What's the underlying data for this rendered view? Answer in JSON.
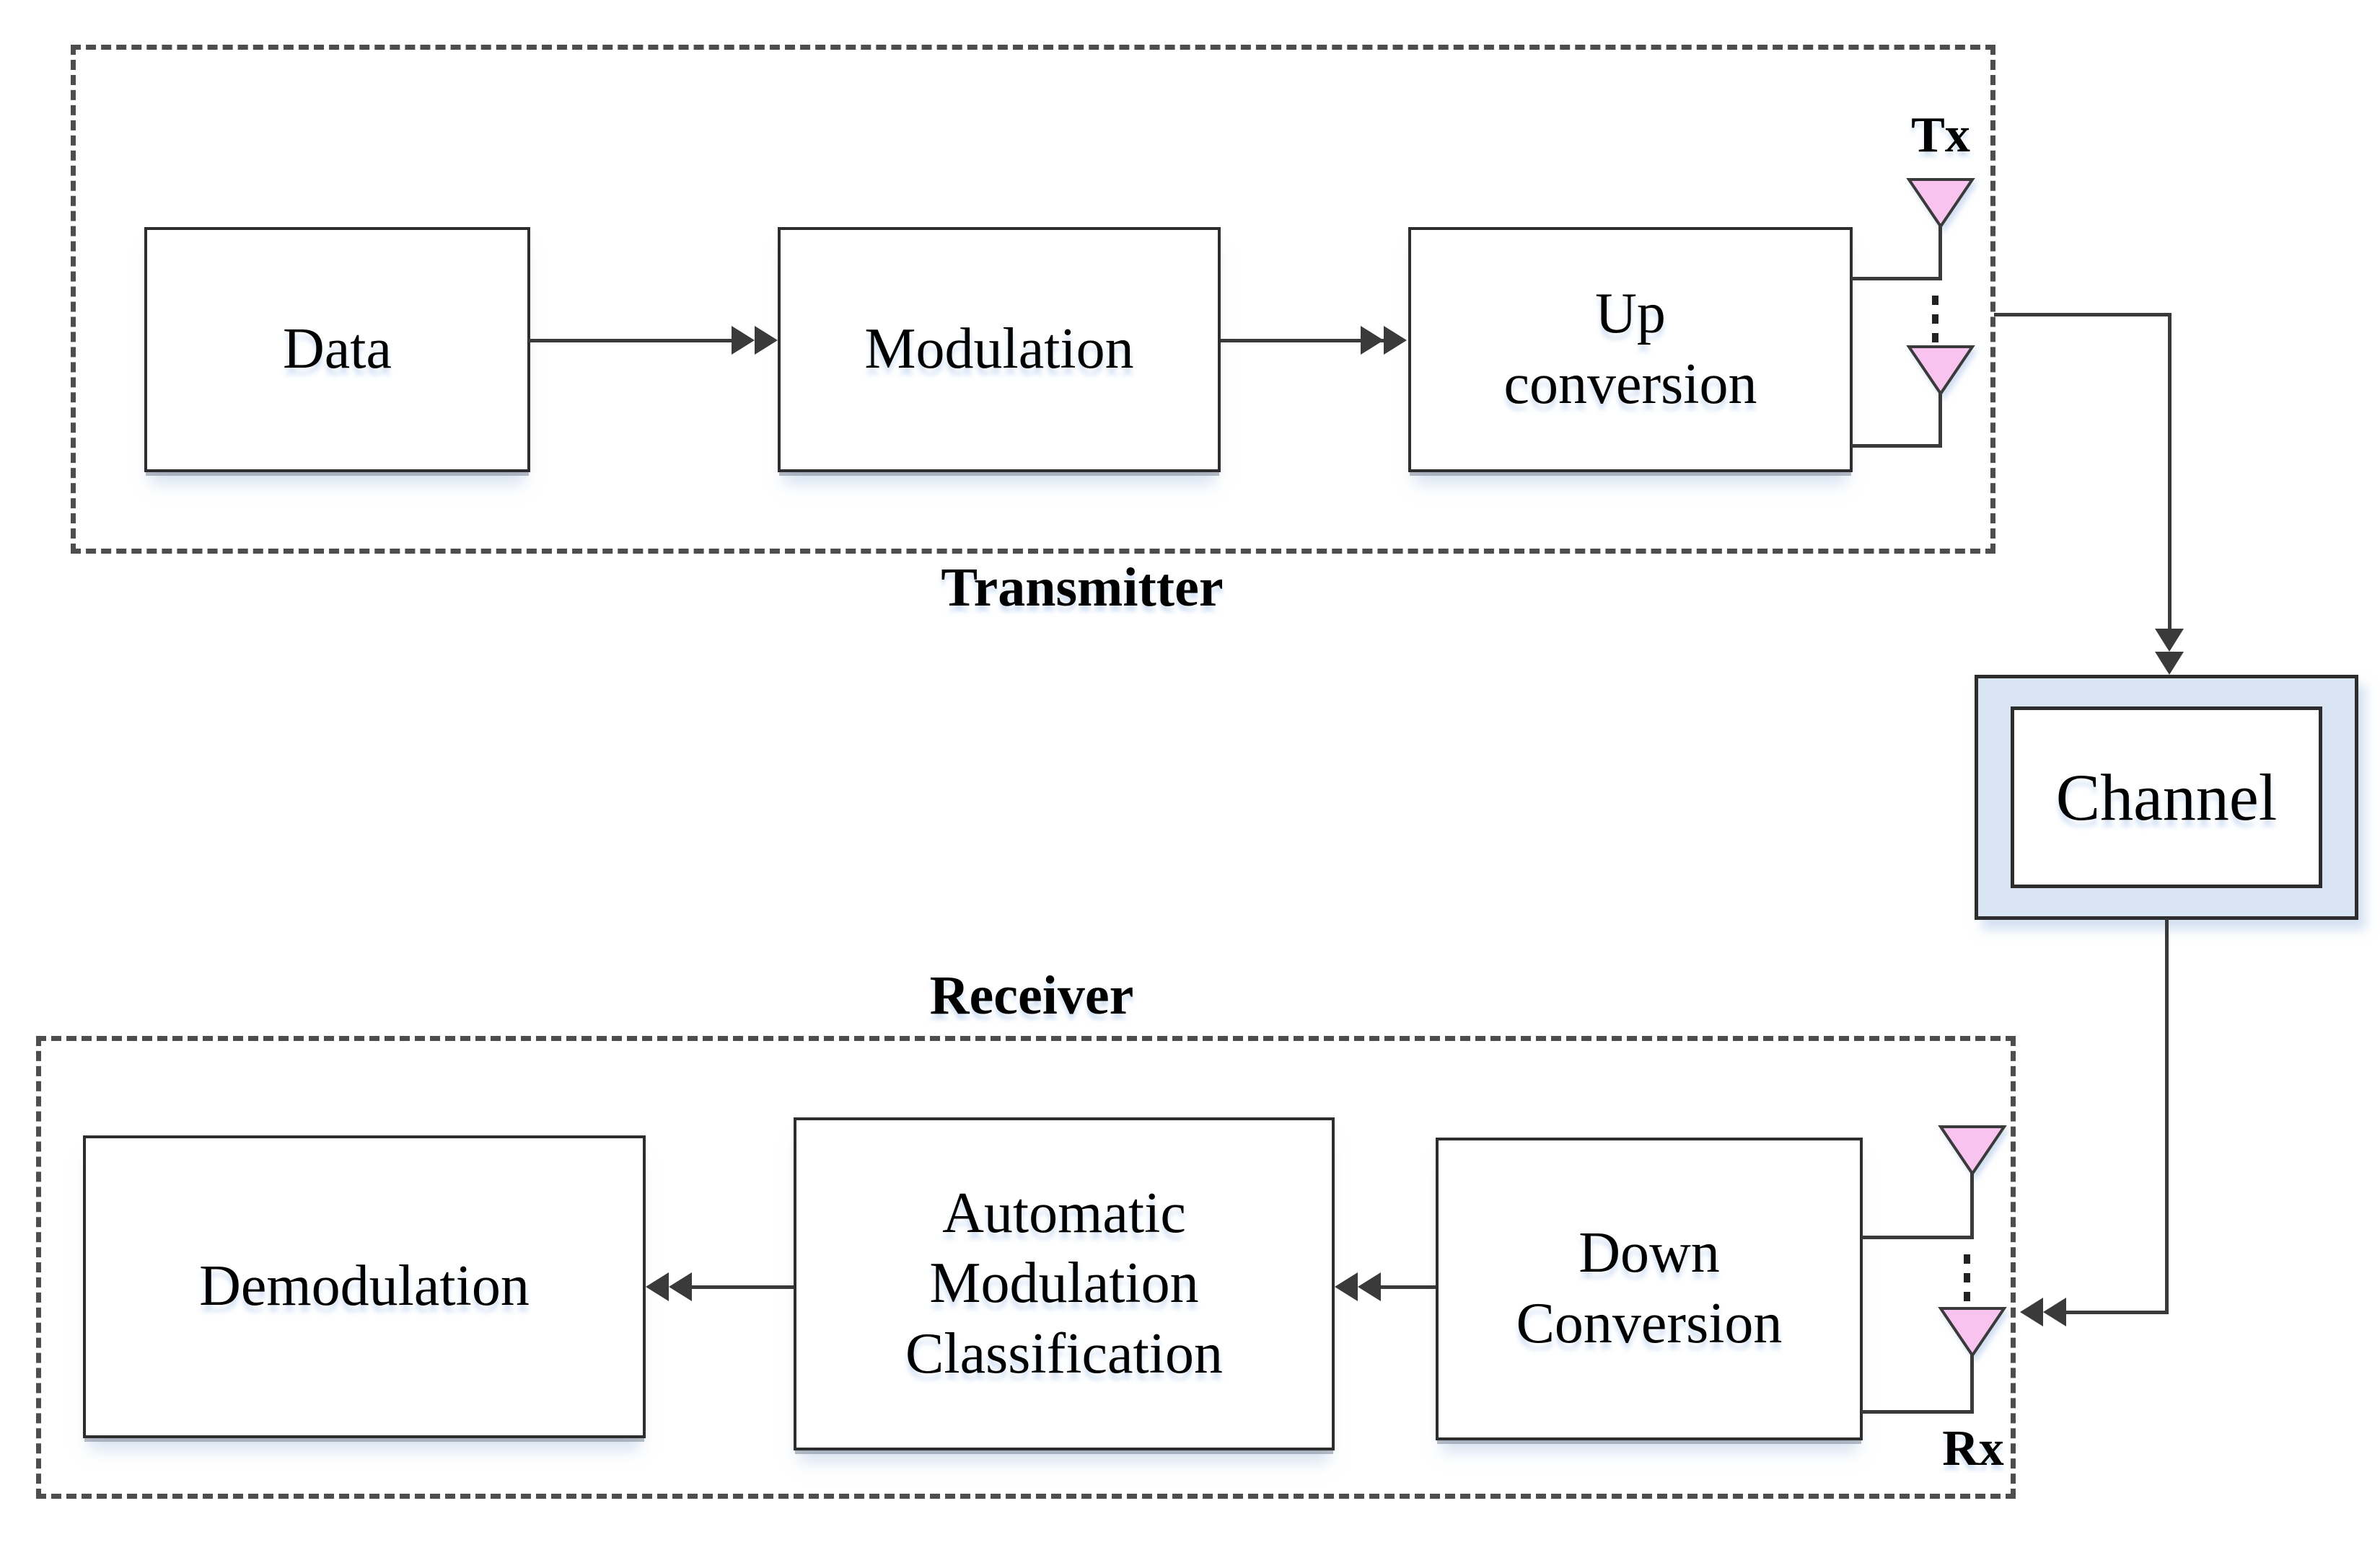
{
  "transmitter": {
    "label": "Transmitter",
    "data_box": "Data",
    "modulation_box": "Modulation",
    "up_conversion_line1": "Up",
    "up_conversion_line2": "conversion",
    "antenna_label": "Tx"
  },
  "channel": {
    "label": "Channel"
  },
  "receiver": {
    "label": "Receiver",
    "down_conversion_line1": "Down",
    "down_conversion_line2": "Conversion",
    "amc_line1": "Automatic",
    "amc_line2": "Modulation",
    "amc_line3": "Classification",
    "demodulation_box": "Demodulation",
    "antenna_label": "Rx"
  },
  "icons": {
    "antenna": "downward-triangle",
    "ellipsis": "vertical-dots",
    "arrowhead": "double-chevron"
  },
  "colors": {
    "line": "#3a3a3a",
    "border": "#2d2d2d",
    "dash": "#4d4d4d",
    "antennaFill": "#f9c3ef",
    "channelFill": "#d9e5f2",
    "text": "#000000"
  }
}
